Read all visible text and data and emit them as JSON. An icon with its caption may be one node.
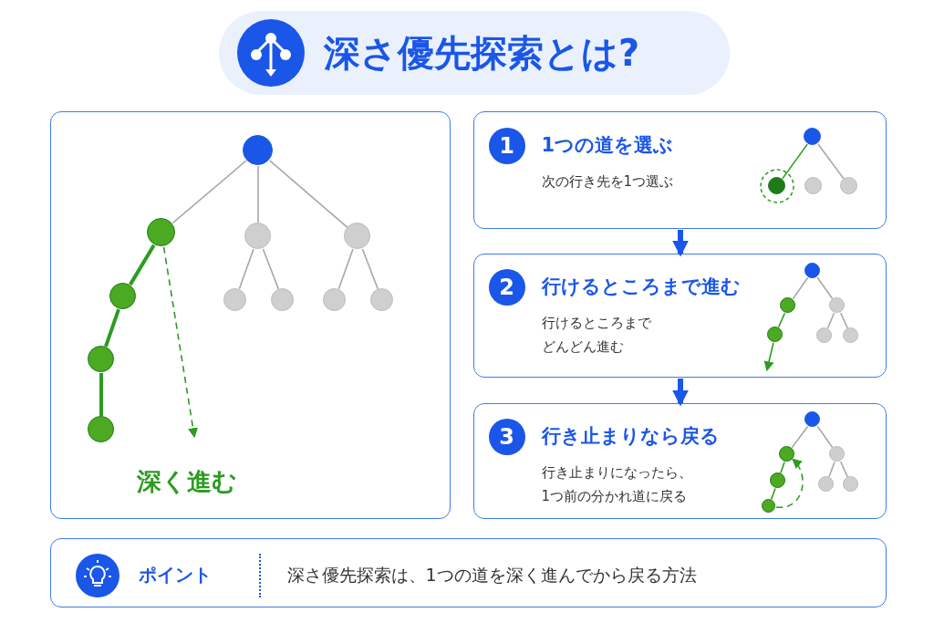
{
  "diagram": {
    "title": "深さ優先探索とは?",
    "nodes": [
      {
        "text": [
          "深く進む"
        ]
      },
      {
        "text": [],
        "shape": "circle",
        "in": 0
      },
      {
        "text": [],
        "shape": "circle",
        "in": 0
      },
      {
        "text": [],
        "shape": "circle",
        "in": 0
      },
      {
        "text": [],
        "shape": "circle",
        "in": 0
      },
      {
        "text": [],
        "shape": "circle",
        "in": 0
      },
      {
        "text": [],
        "shape": "circle",
        "in": 0
      },
      {
        "text": [],
        "shape": "circle",
        "in": 0
      },
      {
        "text": [],
        "shape": "circle",
        "in": 0
      },
      {
        "text": [],
        "shape": "circle",
        "in": 0
      },
      {
        "text": [],
        "shape": "circle",
        "in": 0
      },
      {
        "text": [],
        "shape": "circle",
        "in": 0
      },
      {
        "text": [
          "1つの道を選ぶ",
          "次の行き先を1つ選ぶ"
        ]
      },
      {
        "text": [
          "1"
        ],
        "in": 12
      },
      {
        "text": [],
        "shape": "circle",
        "in": 12
      },
      {
        "text": [],
        "shape": "circle",
        "in": 12
      },
      {
        "text": [],
        "shape": "circle",
        "in": 12
      },
      {
        "text": [],
        "shape": "circle",
        "in": 12
      },
      {
        "text": [
          "行けるところまで進む",
          "行けるところまでどんどん進む"
        ]
      },
      {
        "text": [
          "2"
        ],
        "in": 18
      },
      {
        "text": [],
        "shape": "circle",
        "in": 18
      },
      {
        "text": [],
        "shape": "circle",
        "in": 18
      },
      {
        "text": [],
        "shape": "circle",
        "in": 18
      },
      {
        "text": [],
        "shape": "circle",
        "in": 18
      },
      {
        "text": [],
        "shape": "circle",
        "in": 18
      },
      {
        "text": [],
        "shape": "circle",
        "in": 18
      },
      {
        "text": [
          "行き止まりなら戻る",
          "行き止まりになったら、1つ前の分かれ道に戻る"
        ]
      },
      {
        "text": [
          "3"
        ],
        "in": 26
      },
      {
        "text": [],
        "shape": "circle",
        "in": 26
      },
      {
        "text": [],
        "shape": "circle",
        "in": 26
      },
      {
        "text": [],
        "shape": "circle",
        "in": 26
      },
      {
        "text": [],
        "shape": "circle",
        "in": 26
      },
      {
        "text": [],
        "shape": "circle",
        "in": 26
      },
      {
        "text": [],
        "shape": "circle",
        "in": 26
      },
      {
        "text": [],
        "shape": "circle",
        "in": 26
      },
      {
        "text": [
          "ポイント",
          "深さ優先探索は、1つの道を深く進んでから戻る方法"
        ]
      }
    ],
    "edges": [
      {
        "from": 1,
        "to": 2,
        "arrow": "none"
      },
      {
        "from": 1,
        "to": 3,
        "arrow": "none"
      },
      {
        "from": 1,
        "to": 4,
        "arrow": "none"
      },
      {
        "from": 2,
        "to": 5,
        "arrow": "none",
        "style": "thick",
        "color": "#2e9b22"
      },
      {
        "from": 5,
        "to": 6,
        "arrow": "none",
        "style": "thick",
        "color": "#2e9b22"
      },
      {
        "from": 6,
        "to": 7,
        "arrow": "none",
        "style": "thick",
        "color": "#2e9b22"
      },
      {
        "from": 3,
        "to": 8,
        "arrow": "none"
      },
      {
        "from": 3,
        "to": 9,
        "arrow": "none"
      },
      {
        "from": 4,
        "to": 10,
        "arrow": "none"
      },
      {
        "from": 4,
        "to": 11,
        "arrow": "none"
      },
      {
        "from": 2,
        "to": null,
        "arrow": "to",
        "style": "dashed",
        "color": "#2e9b22"
      },
      {
        "from": 14,
        "to": 15,
        "arrow": "none",
        "color": "#2e9b22"
      },
      {
        "from": 14,
        "to": 17,
        "arrow": "none"
      },
      {
        "from": 20,
        "to": 21,
        "arrow": "none"
      },
      {
        "from": 21,
        "to": 23,
        "arrow": "none",
        "color": "#2e9b22"
      },
      {
        "from": 23,
        "to": null,
        "arrow": "to",
        "color": "#2e9b22"
      },
      {
        "from": 20,
        "to": 22,
        "arrow": "none"
      },
      {
        "from": 22,
        "to": 24,
        "arrow": "none"
      },
      {
        "from": 22,
        "to": 25,
        "arrow": "none"
      },
      {
        "from": 28,
        "to": 29,
        "arrow": "none"
      },
      {
        "from": 29,
        "to": 31,
        "arrow": "none",
        "color": "#2e9b22"
      },
      {
        "from": 31,
        "to": 32,
        "arrow": "none",
        "color": "#2e9b22"
      },
      {
        "from": 28,
        "to": 30,
        "arrow": "none"
      },
      {
        "from": 30,
        "to": 33,
        "arrow": "none"
      },
      {
        "from": 30,
        "to": 34,
        "arrow": "none"
      },
      {
        "from": 32,
        "to": 29,
        "arrow": "to",
        "style": "dashed",
        "color": "#2e9b22"
      },
      {
        "from": 12,
        "to": 18,
        "arrow": "to",
        "style": "thick",
        "color": "#1a56e8"
      },
      {
        "from": 18,
        "to": 26,
        "arrow": "to",
        "style": "thick",
        "color": "#1a56e8"
      }
    ]
  }
}
